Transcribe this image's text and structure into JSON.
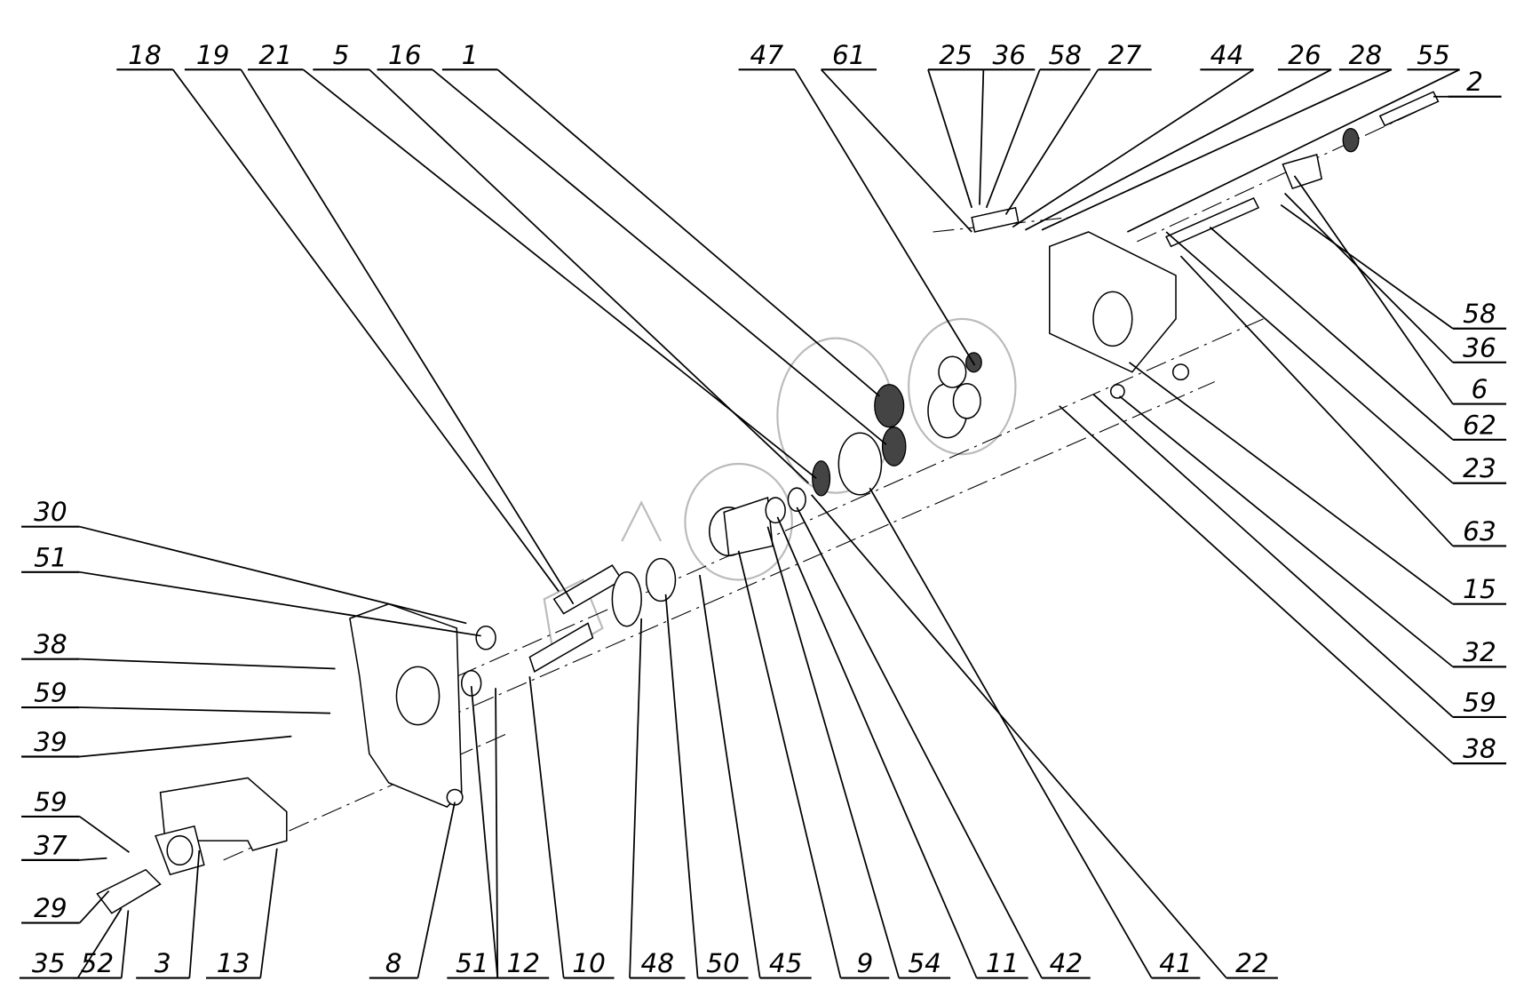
{
  "labels": {
    "top": [
      "18",
      "19",
      "21",
      "5",
      "16",
      "1",
      "47",
      "61",
      "25",
      "36",
      "58",
      "27",
      "44",
      "26",
      "28",
      "55",
      "2"
    ],
    "right": [
      "58",
      "36",
      "6",
      "62",
      "23",
      "63",
      "15",
      "32",
      "59",
      "38"
    ],
    "left": [
      "30",
      "51",
      "38",
      "59",
      "39",
      "59",
      "37",
      "29"
    ],
    "bottom": [
      "35",
      "52",
      "3",
      "13",
      "8",
      "51",
      "12",
      "10",
      "48",
      "50",
      "45",
      "9",
      "54",
      "11",
      "42",
      "41",
      "22"
    ]
  }
}
